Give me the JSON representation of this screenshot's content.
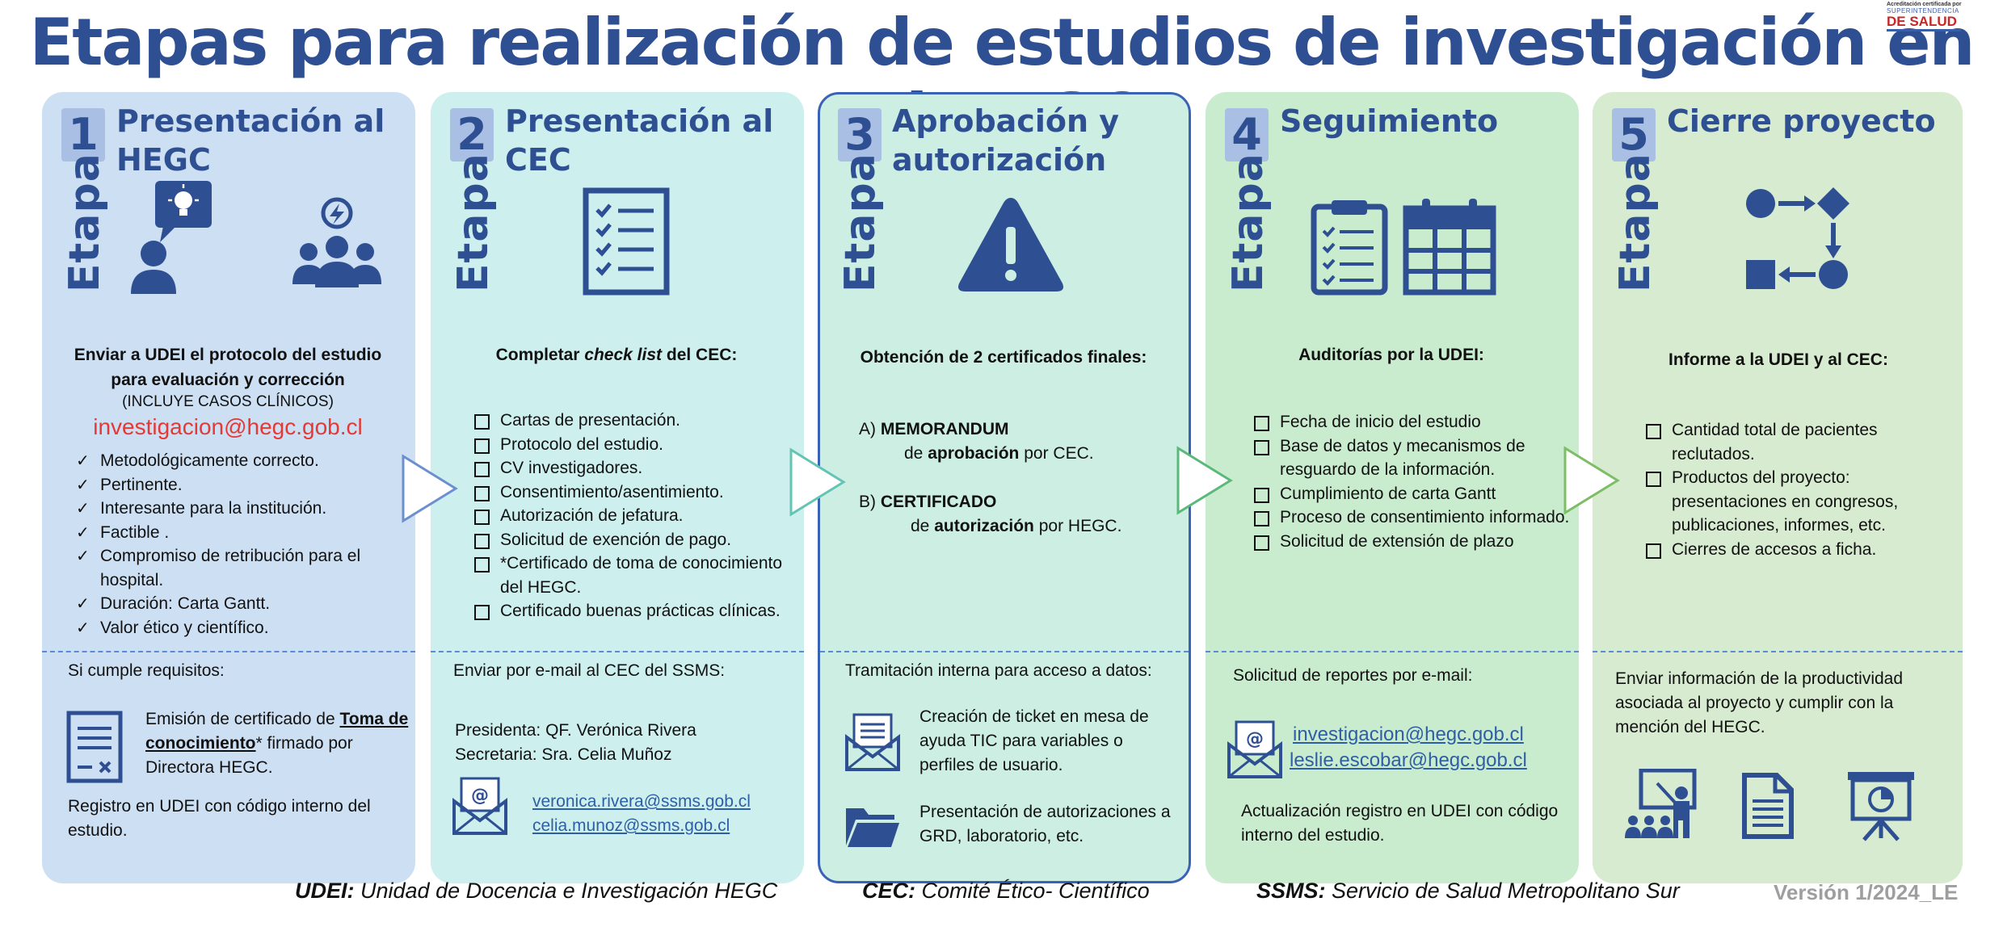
{
  "title": "Etapas para realización de estudios de investigación en el HEGC",
  "logo": {
    "line1": "Acreditación certificada por",
    "line2": "SUPERINTENDENCIA",
    "line3": "DE SALUD"
  },
  "etapa_label": "Etapa",
  "colors": {
    "panel1": "#cddff3",
    "panel2": "#cdf0ef",
    "panel3": "#cdeee3",
    "panel4": "#c9eccf",
    "panel5": "#d6ebcf",
    "title": "#2e4f92",
    "email_red": "#e53935",
    "link": "#2e5fa5"
  },
  "panels": [
    {
      "number": "1",
      "title": "Presentación al HEGC",
      "icons": [
        "person-idea-icon",
        "team-bolt-icon"
      ],
      "lead_line1": "Enviar a UDEI el protocolo del estudio",
      "lead_line2": "para evaluación y corrección",
      "lead_note": "(INCLUYE CASOS CLÍNICOS)",
      "email": "investigacion@hegc.gob.cl",
      "checks": [
        "Metodológicamente correcto.",
        "Pertinente.",
        "Interesante para la institución.",
        "Factible .",
        "Compromiso de retribución para el hospital.",
        "Duración: Carta Gantt.",
        "Valor ético y científico."
      ],
      "bottom_title": "Si cumple requisitos:",
      "cert_pre": "Emisión de certificado de ",
      "cert_bold": "Toma de conocimiento",
      "cert_post": "* firmado por Directora HEGC.",
      "registro": "Registro en UDEI con código interno del estudio."
    },
    {
      "number": "2",
      "title": "Presentación al CEC",
      "icons": [
        "checklist-icon"
      ],
      "lead_pre": "Completar ",
      "lead_italic": "check list",
      "lead_post": " del CEC:",
      "items": [
        "Cartas de presentación.",
        "Protocolo del estudio.",
        "CV investigadores.",
        "Consentimiento/asentimiento.",
        "Autorización de jefatura.",
        "Solicitud de exención de pago.",
        "*Certificado de toma de conocimiento del HEGC.",
        "Certificado buenas prácticas clínicas."
      ],
      "bottom_title": "Enviar por e-mail al CEC del SSMS:",
      "presidenta": "Presidenta: QF. Verónica Rivera",
      "secretaria": "Secretaria: Sra. Celia Muñoz",
      "emails": [
        "veronica.rivera@ssms.gob.cl",
        "celia.munoz@ssms.gob.cl"
      ]
    },
    {
      "number": "3",
      "title": "Aprobación y autorización",
      "icons": [
        "warning-icon"
      ],
      "lead": "Obtención de 2 certificados finales:",
      "a_prefix": "A) ",
      "a_title": "MEMORANDUM",
      "a_de": "de ",
      "a_bold": "aprobación",
      "a_rest": " por CEC.",
      "b_prefix": "B) ",
      "b_title": "CERTIFICADO",
      "b_de": "de ",
      "b_bold": "autorización",
      "b_rest": " por HEGC.",
      "bottom_title": "Tramitación interna para acceso a datos:",
      "ticket": "Creación de ticket en mesa de ayuda TIC  para variables o perfiles de usuario.",
      "presentacion": "Presentación de autorizaciones a GRD, laboratorio, etc."
    },
    {
      "number": "4",
      "title": "Seguimiento",
      "icons": [
        "clipboard-icon",
        "calendar-icon"
      ],
      "lead": "Auditorías por la UDEI:",
      "items": [
        "Fecha de inicio del estudio",
        "Base de datos y mecanismos de resguardo de la información.",
        "Cumplimiento de carta Gantt",
        "Proceso de consentimiento informado.",
        "Solicitud de extensión de plazo"
      ],
      "bottom_title": "Solicitud de reportes por e-mail:",
      "emails": [
        "investigacion@hegc.gob.cl",
        "leslie.escobar@hegc.gob.cl"
      ],
      "actualizacion": "Actualización registro en UDEI  con código interno del estudio."
    },
    {
      "number": "5",
      "title": "Cierre proyecto",
      "icons": [
        "process-flow-icon"
      ],
      "lead": "Informe a la UDEI y al CEC:",
      "items": [
        "Cantidad total de pacientes reclutados.",
        "Productos del proyecto: presentaciones en congresos, publicaciones, informes, etc.",
        "Cierres de accesos a ficha."
      ],
      "bottom_text": "Enviar información de la productividad asociada al proyecto y cumplir con la mención del HEGC.",
      "bottom_icons": [
        "presentation-audience-icon",
        "document-icon",
        "presentation-board-icon"
      ]
    }
  ],
  "footer": {
    "udei_abbr": "UDEI:",
    "udei_text": " Unidad de Docencia e Investigación HEGC",
    "cec_abbr": "CEC:",
    "cec_text": " Comité Ético- Científico",
    "ssms_abbr": "SSMS:",
    "ssms_text": " Servicio de Salud Metropolitano Sur"
  },
  "version": "Versión 1/2024_LE"
}
